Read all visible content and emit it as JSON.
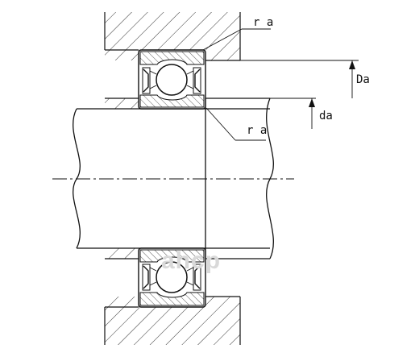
{
  "drawing": {
    "labels": {
      "ra_top": "r a",
      "ra_mid": "r a",
      "Da": "Da",
      "da": "da"
    },
    "watermark": "ahcp",
    "colors": {
      "line": "#111111",
      "hatch": "#333333",
      "background": "#ffffff",
      "watermark": "#d9d9d9"
    }
  }
}
